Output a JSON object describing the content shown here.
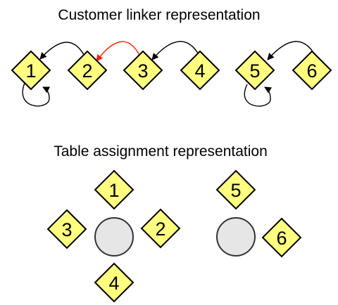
{
  "linker": {
    "title": "Customer linker representation",
    "nodes": [
      "1",
      "2",
      "3",
      "4",
      "5",
      "6"
    ]
  },
  "table": {
    "title": "Table assignment representation",
    "nodes": [
      "1",
      "2",
      "3",
      "4",
      "5",
      "6"
    ]
  },
  "colors": {
    "node_fill": "#ffff80",
    "table_fill": "#e6e6e6",
    "highlight_arrow": "#ff2000"
  }
}
